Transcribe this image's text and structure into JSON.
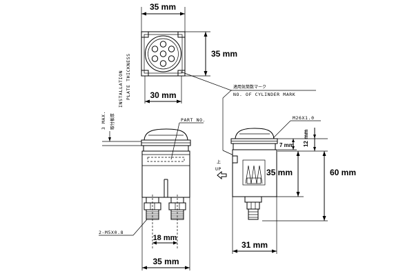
{
  "top_view": {
    "width_label": "35 mm",
    "height_label": "35 mm",
    "inner_width_label": "30 mm"
  },
  "front_view": {
    "part_no_label": "PART NO.",
    "thickness_jp": "取付板厚",
    "thickness_en_1": "INSTALLATION",
    "thickness_en_2": "PLATE THICKNESS",
    "max_label": "3 MAX.",
    "thread_label": "2-M5X0.8",
    "terminal_spacing_label": "18 mm",
    "width_label": "35 mm"
  },
  "side_view": {
    "cylinder_jp": "適用気筒数マーク",
    "cylinder_en": "NO. OF CYLINDER MARK",
    "thread_label": "M26X1.0",
    "dim_7_label": "7 mm",
    "dim_12_label": "12 mm",
    "dim_35_label": "35 mm",
    "dim_60_label": "60 mm",
    "width_label": "31 mm",
    "up_jp": "上",
    "up_en": "UP"
  }
}
